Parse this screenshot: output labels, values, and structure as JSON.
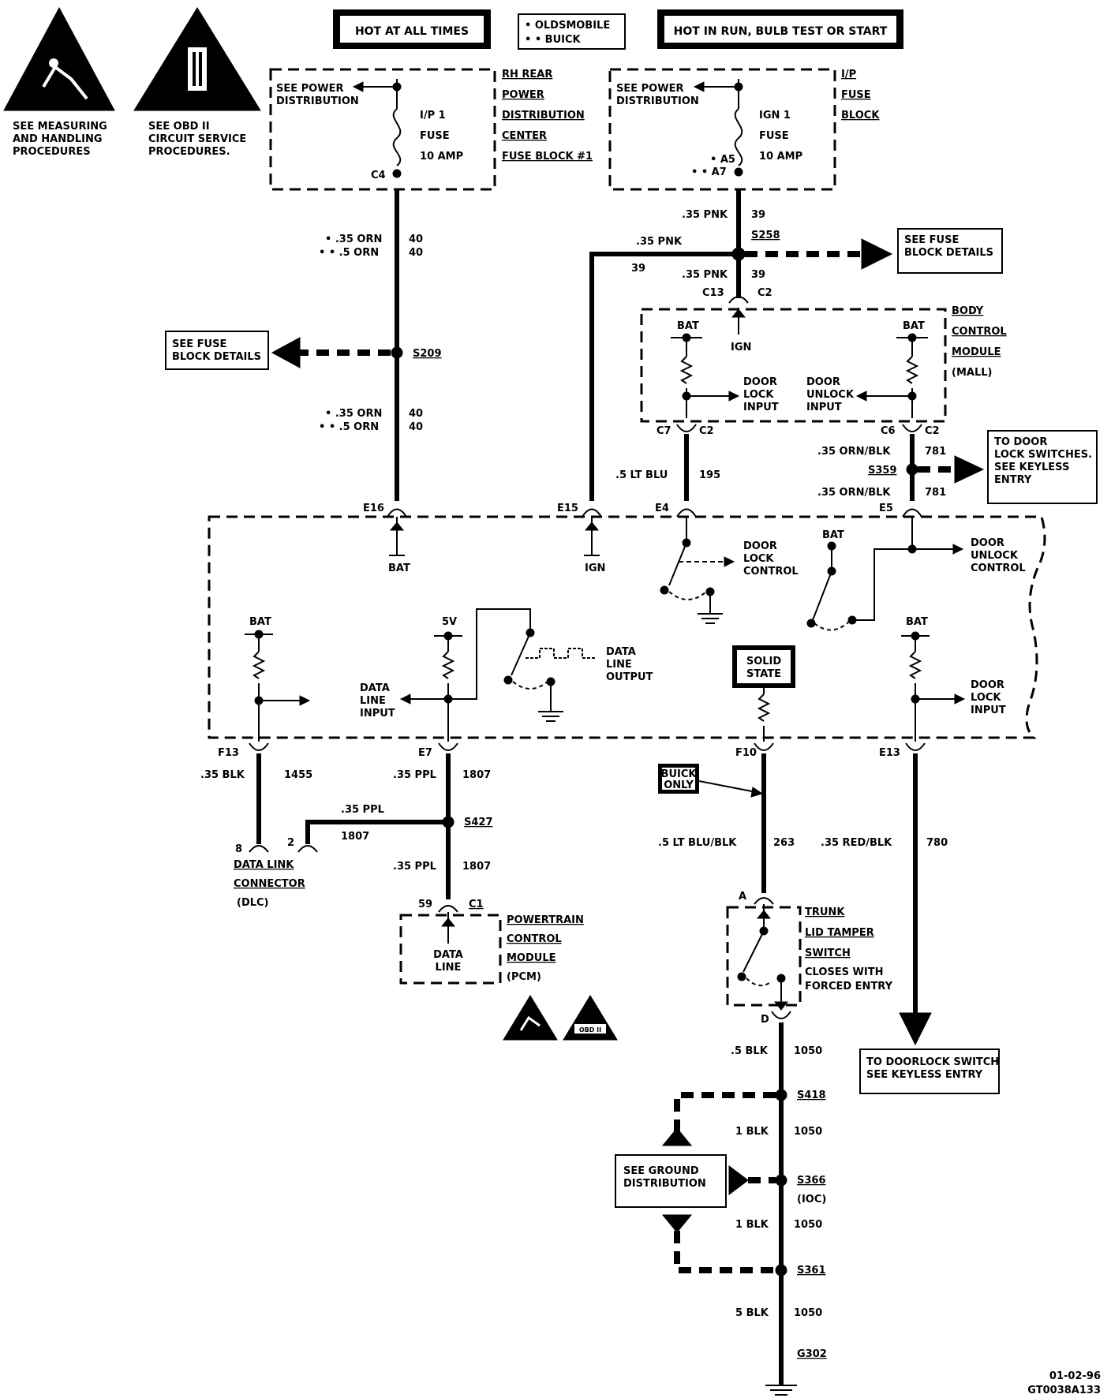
{
  "header": {
    "hot_all_times": "HOT AT ALL TIMES",
    "hot_in_run": "HOT IN RUN, BULB TEST OR START",
    "legend_line1": "• OLDSMOBILE",
    "legend_line2": "• • BUICK"
  },
  "warnings": {
    "esd_line1": "SEE MEASURING",
    "esd_line2": "AND HANDLING",
    "esd_line3": "PROCEDURES",
    "obd_line1": "SEE OBD II",
    "obd_line2": "CIRCUIT SERVICE",
    "obd_line3": "PROCEDURES.",
    "obd_badge": "OBD II"
  },
  "left_fuse": {
    "see_power_1": "SEE POWER",
    "see_power_2": "DISTRIBUTION",
    "fuse_name": "I/P 1",
    "fuse_word": "FUSE",
    "fuse_amp": "10 AMP",
    "conn": "C4",
    "loc1": "RH REAR",
    "loc2": "POWER",
    "loc3": "DISTRIBUTION",
    "loc4": "CENTER",
    "loc5": "FUSE BLOCK #1"
  },
  "right_fuse": {
    "see_power_1": "SEE POWER",
    "see_power_2": "DISTRIBUTION",
    "fuse_name": "IGN 1",
    "fuse_word": "FUSE",
    "fuse_amp": "10 AMP",
    "pin_a5": "• A5",
    "pin_a7": "• • A7",
    "loc1": "I/P",
    "loc2": "FUSE",
    "loc3": "BLOCK"
  },
  "wires": {
    "orn_1a": "• .35 ORN",
    "orn_1b": "• • .5 ORN",
    "n40_a": "40",
    "n40_b": "40",
    "orn_2a": "• .35 ORN",
    "orn_2b": "• • .5 ORN",
    "n40_c": "40",
    "n40_d": "40",
    "pnk_top": ".35 PNK",
    "n39_top": "39",
    "pnk_left": ".35 PNK",
    "n39_left": "39",
    "pnk_mid": ".35 PNK",
    "n39_mid": "39",
    "ltblu": ".5 LT BLU",
    "n195": "195",
    "ornblk_1": ".35 ORN/BLK",
    "n781_a": "781",
    "ornblk_2": ".35 ORN/BLK",
    "n781_b": "781",
    "blk1455": ".35 BLK",
    "n1455": "1455",
    "ppl_a": ".35 PPL",
    "n1807_a": "1807",
    "ppl_b": ".35 PPL",
    "n1807_b": "1807",
    "ppl_c": ".35 PPL",
    "n1807_c": "1807",
    "ltblublk": ".5 LT BLU/BLK",
    "n263": "263",
    "redblk": ".35 RED/BLK",
    "n780": "780",
    "blk_a": ".5 BLK",
    "n1050_a": "1050",
    "blk_b": "1 BLK",
    "n1050_b": "1050",
    "blk_c": "1 BLK",
    "n1050_c": "1050",
    "blk_d": "5 BLK",
    "n1050_d": "1050"
  },
  "splices": {
    "s209": "S209",
    "s258": "S258",
    "s359": "S359",
    "s427": "S427",
    "s418": "S418",
    "s366": "S366",
    "s366b": "(IOC)",
    "s361": "S361",
    "g302": "G302"
  },
  "refs": {
    "fuse_details_l1": "SEE FUSE",
    "fuse_details_l2": "BLOCK DETAILS",
    "fuse_details_r1": "SEE FUSE",
    "fuse_details_r2": "BLOCK DETAILS",
    "door_sw_1": "TO DOOR",
    "door_sw_2": "LOCK SWITCHES.",
    "door_sw_3": "SEE KEYLESS",
    "door_sw_4": "ENTRY",
    "doorlock_1": "TO DOORLOCK SWITCH",
    "doorlock_2": "SEE KEYLESS ENTRY",
    "ground_1": "SEE GROUND",
    "ground_2": "DISTRIBUTION",
    "buick_only_1": "BUICK",
    "buick_only_2": "ONLY"
  },
  "bcm": {
    "c13": "C13",
    "c2_top": "C2",
    "ign": "IGN",
    "bat_l": "BAT",
    "bat_r": "BAT",
    "lock_in_1": "DOOR",
    "lock_in_2": "LOCK",
    "lock_in_3": "INPUT",
    "unlock_in_1": "DOOR",
    "unlock_in_2": "UNLOCK",
    "unlock_in_3": "INPUT",
    "c7": "C7",
    "c2_l": "C2",
    "c6": "C6",
    "c2_r": "C2",
    "title_1": "BODY",
    "title_2": "CONTROL",
    "title_3": "MODULE",
    "title_4": "(MALL)"
  },
  "module": {
    "e16": "E16",
    "e15": "E15",
    "e4": "E4",
    "e5": "E5",
    "bat_e16": "BAT",
    "ign_e15": "IGN",
    "lock_ctl_1": "DOOR",
    "lock_ctl_2": "LOCK",
    "lock_ctl_3": "CONTROL",
    "bat_sw": "BAT",
    "unlock_ctl_1": "DOOR",
    "unlock_ctl_2": "UNLOCK",
    "unlock_ctl_3": "CONTROL",
    "bat_f13": "BAT",
    "v5": "5V",
    "dl_in_1": "DATA",
    "dl_in_2": "LINE",
    "dl_in_3": "INPUT",
    "dl_out_1": "DATA",
    "dl_out_2": "LINE",
    "dl_out_3": "OUTPUT",
    "solid_1": "SOLID",
    "solid_2": "STATE",
    "bat_e13": "BAT",
    "dli_1": "DOOR",
    "dli_2": "LOCK",
    "dli_3": "INPUT",
    "f13": "F13",
    "e7": "E7",
    "f10": "F10",
    "e13": "E13"
  },
  "dlc": {
    "pin8": "8",
    "pin2": "2",
    "name_1": "DATA LINK",
    "name_2": "CONNECTOR",
    "name_3": "(DLC)"
  },
  "pcm": {
    "pin59": "59",
    "c1": "C1",
    "dl_1": "DATA",
    "dl_2": "LINE",
    "name_1": "POWERTRAIN",
    "name_2": "CONTROL",
    "name_3": "MODULE",
    "name_4": "(PCM)"
  },
  "trunk": {
    "pin_a": "A",
    "pin_d": "D",
    "name_1": "TRUNK",
    "name_2": "LID TAMPER",
    "name_3": "SWITCH",
    "name_4": "CLOSES WITH",
    "name_5": "FORCED ENTRY"
  },
  "footer": {
    "date": "01-02-96",
    "code": "GT0038A133"
  }
}
